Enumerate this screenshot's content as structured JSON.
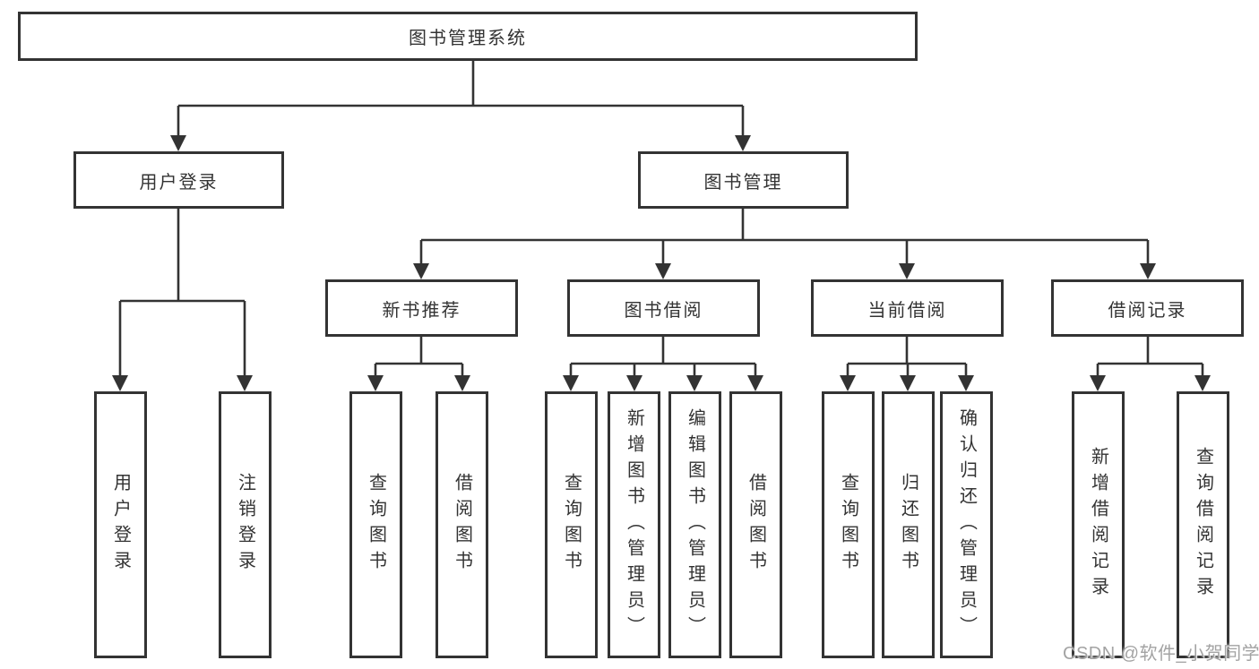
{
  "diagram": {
    "root": {
      "label": "图书管理系统"
    },
    "level2": [
      {
        "label": "用户登录"
      },
      {
        "label": "图书管理"
      }
    ],
    "level3": [
      {
        "parent": "图书管理",
        "label": "新书推荐"
      },
      {
        "parent": "图书管理",
        "label": "图书借阅"
      },
      {
        "parent": "图书管理",
        "label": "当前借阅"
      },
      {
        "parent": "图书管理",
        "label": "借阅记录"
      }
    ],
    "leaves": [
      {
        "parent": "用户登录",
        "label": "用户登录"
      },
      {
        "parent": "用户登录",
        "label": "注销登录"
      },
      {
        "parent": "新书推荐",
        "label": "查询图书"
      },
      {
        "parent": "新书推荐",
        "label": "借阅图书"
      },
      {
        "parent": "图书借阅",
        "label": "查询图书"
      },
      {
        "parent": "图书借阅",
        "label": "新增图书（管理员）"
      },
      {
        "parent": "图书借阅",
        "label": "编辑图书（管理员）"
      },
      {
        "parent": "图书借阅",
        "label": "借阅图书"
      },
      {
        "parent": "当前借阅",
        "label": "查询图书"
      },
      {
        "parent": "当前借阅",
        "label": "归还图书"
      },
      {
        "parent": "当前借阅",
        "label": "确认归还（管理员）"
      },
      {
        "parent": "借阅记录",
        "label": "新增借阅记录"
      },
      {
        "parent": "借阅记录",
        "label": "查询借阅记录"
      }
    ]
  },
  "watermark": {
    "text": "CSDN @软件_小贺同学"
  },
  "colors": {
    "line": "#333333",
    "box_border": "#333333",
    "box_fill": "#ffffff",
    "text": "#333333",
    "watermark": "#a3a3a3"
  }
}
